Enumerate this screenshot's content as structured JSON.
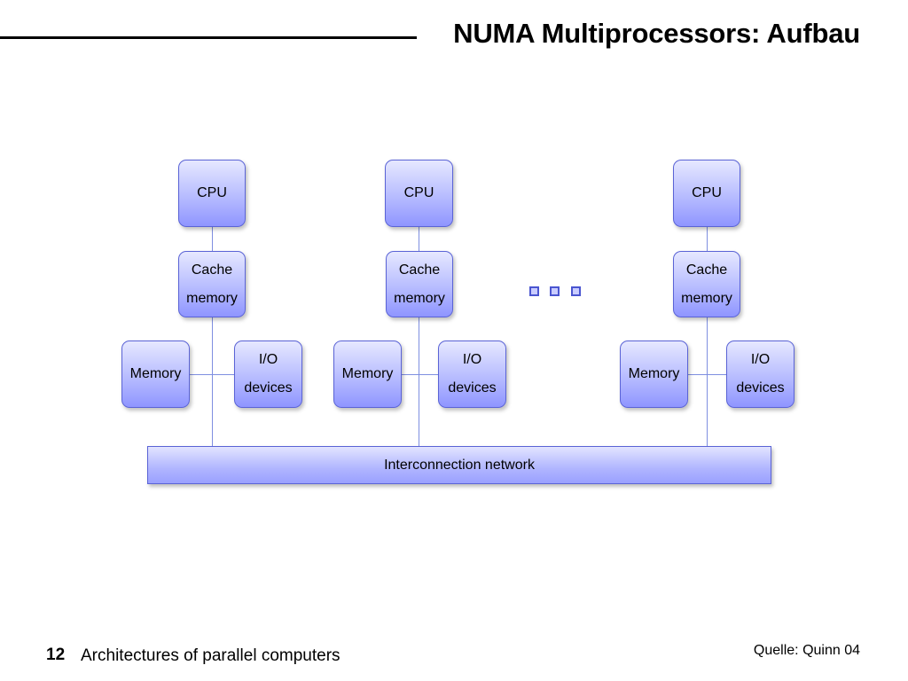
{
  "slide": {
    "title": "NUMA Multiprocessors: Aufbau",
    "page_number": "12",
    "footer": "Architectures of parallel computers",
    "source": "Quelle: Quinn 04"
  },
  "diagram": {
    "nodes": [
      {
        "cpu": "CPU",
        "cache": "Cache memory",
        "memory": "Memory",
        "io": "I/O devices"
      },
      {
        "cpu": "CPU",
        "cache": "Cache memory",
        "memory": "Memory",
        "io": "I/O devices"
      },
      {
        "cpu": "CPU",
        "cache": "Cache memory",
        "memory": "Memory",
        "io": "I/O devices"
      }
    ],
    "network": "Interconnection network"
  }
}
